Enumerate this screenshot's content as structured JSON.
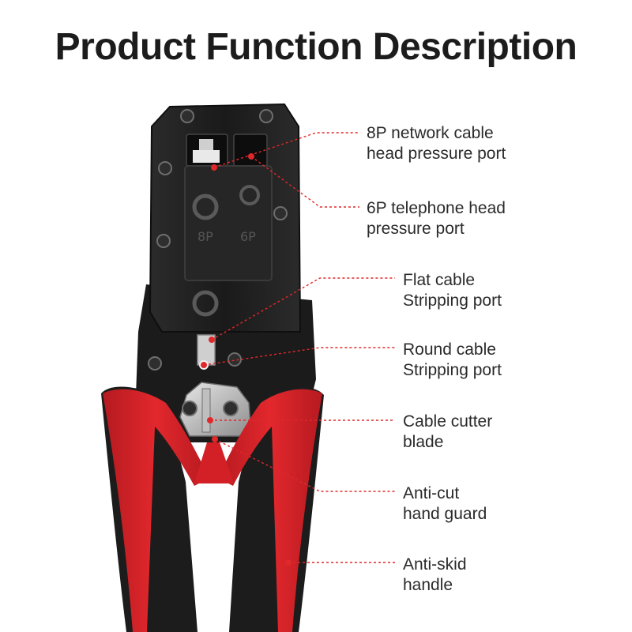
{
  "title": "Product Function Description",
  "colors": {
    "accent": "#e0282a",
    "tool_body": "#1e1e1e",
    "handle_red": "#d8242a"
  },
  "tool_marks": {
    "port_left": "8P",
    "port_right": "6P"
  },
  "labels": [
    {
      "line1": "8P network cable",
      "line2": "head pressure port"
    },
    {
      "line1": "6P telephone head",
      "line2": "pressure port"
    },
    {
      "line1": "Flat cable",
      "line2": "Stripping port"
    },
    {
      "line1": "Round cable",
      "line2": "Stripping port"
    },
    {
      "line1": "Cable cutter",
      "line2": "blade"
    },
    {
      "line1": "Anti-cut",
      "line2": "hand guard"
    },
    {
      "line1": "Anti-skid",
      "line2": "handle"
    }
  ]
}
